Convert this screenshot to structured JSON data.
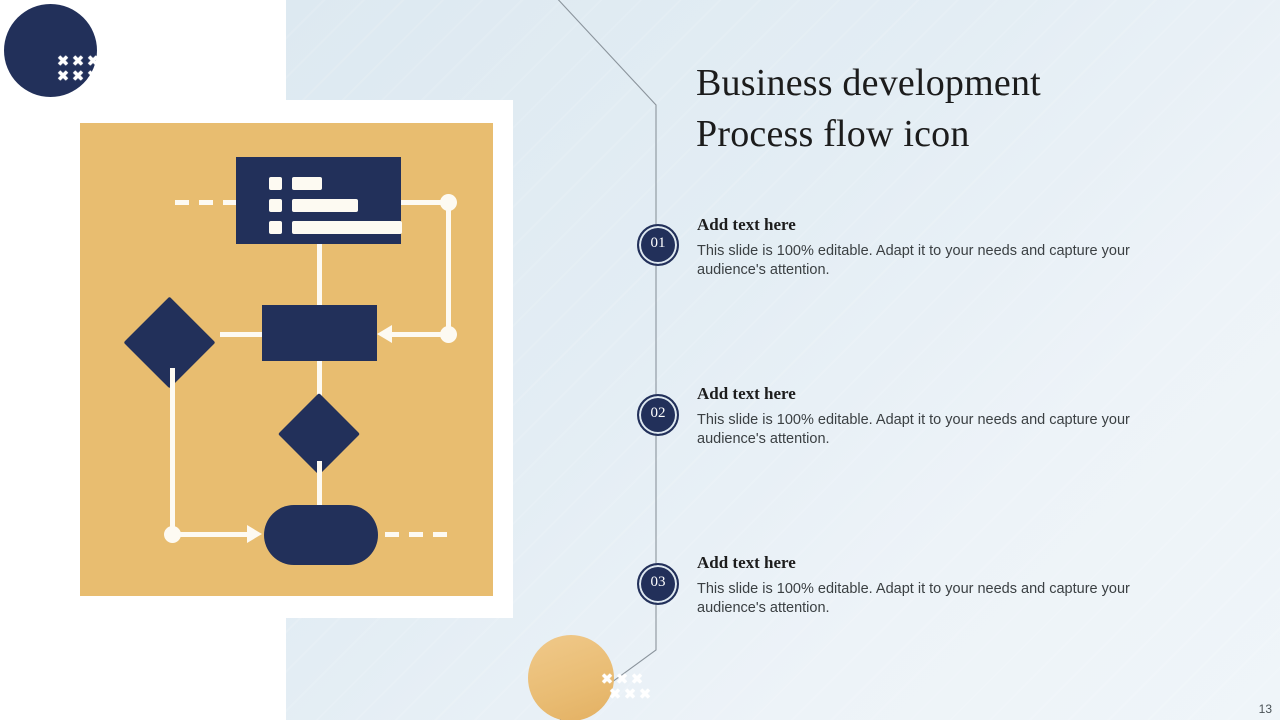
{
  "slide": {
    "title_line1": "Business development",
    "title_line2": "Process flow icon",
    "page_number": "13"
  },
  "colors": {
    "navy": "#22305a",
    "gold": "#e8bd70",
    "panel_blue": "#dde9f1",
    "cream_line": "#fdfaf2",
    "body_text": "#3b4043"
  },
  "items": [
    {
      "number": "01",
      "heading": "Add text here",
      "body": "This slide is 100% editable. Adapt it to your needs and capture your audience's attention."
    },
    {
      "number": "02",
      "heading": "Add text here",
      "body": "This slide is 100% editable. Adapt it to your needs and capture your audience's attention."
    },
    {
      "number": "03",
      "heading": "Add text here",
      "body": "This slide is 100% editable. Adapt it to your needs and capture your audience's attention."
    }
  ],
  "flowchart": {
    "nodes": [
      {
        "id": "list-box",
        "shape": "rectangle",
        "label": ""
      },
      {
        "id": "decision-left",
        "shape": "diamond",
        "label": ""
      },
      {
        "id": "process-box",
        "shape": "rectangle",
        "label": ""
      },
      {
        "id": "decision-lower",
        "shape": "diamond",
        "label": ""
      },
      {
        "id": "terminator",
        "shape": "rounded-pill",
        "label": ""
      }
    ],
    "bullet_rows": 3
  },
  "decorations": {
    "x_glyph": "✖",
    "top_circle": "navy-circle",
    "bottom_circle": "gold-circle"
  }
}
